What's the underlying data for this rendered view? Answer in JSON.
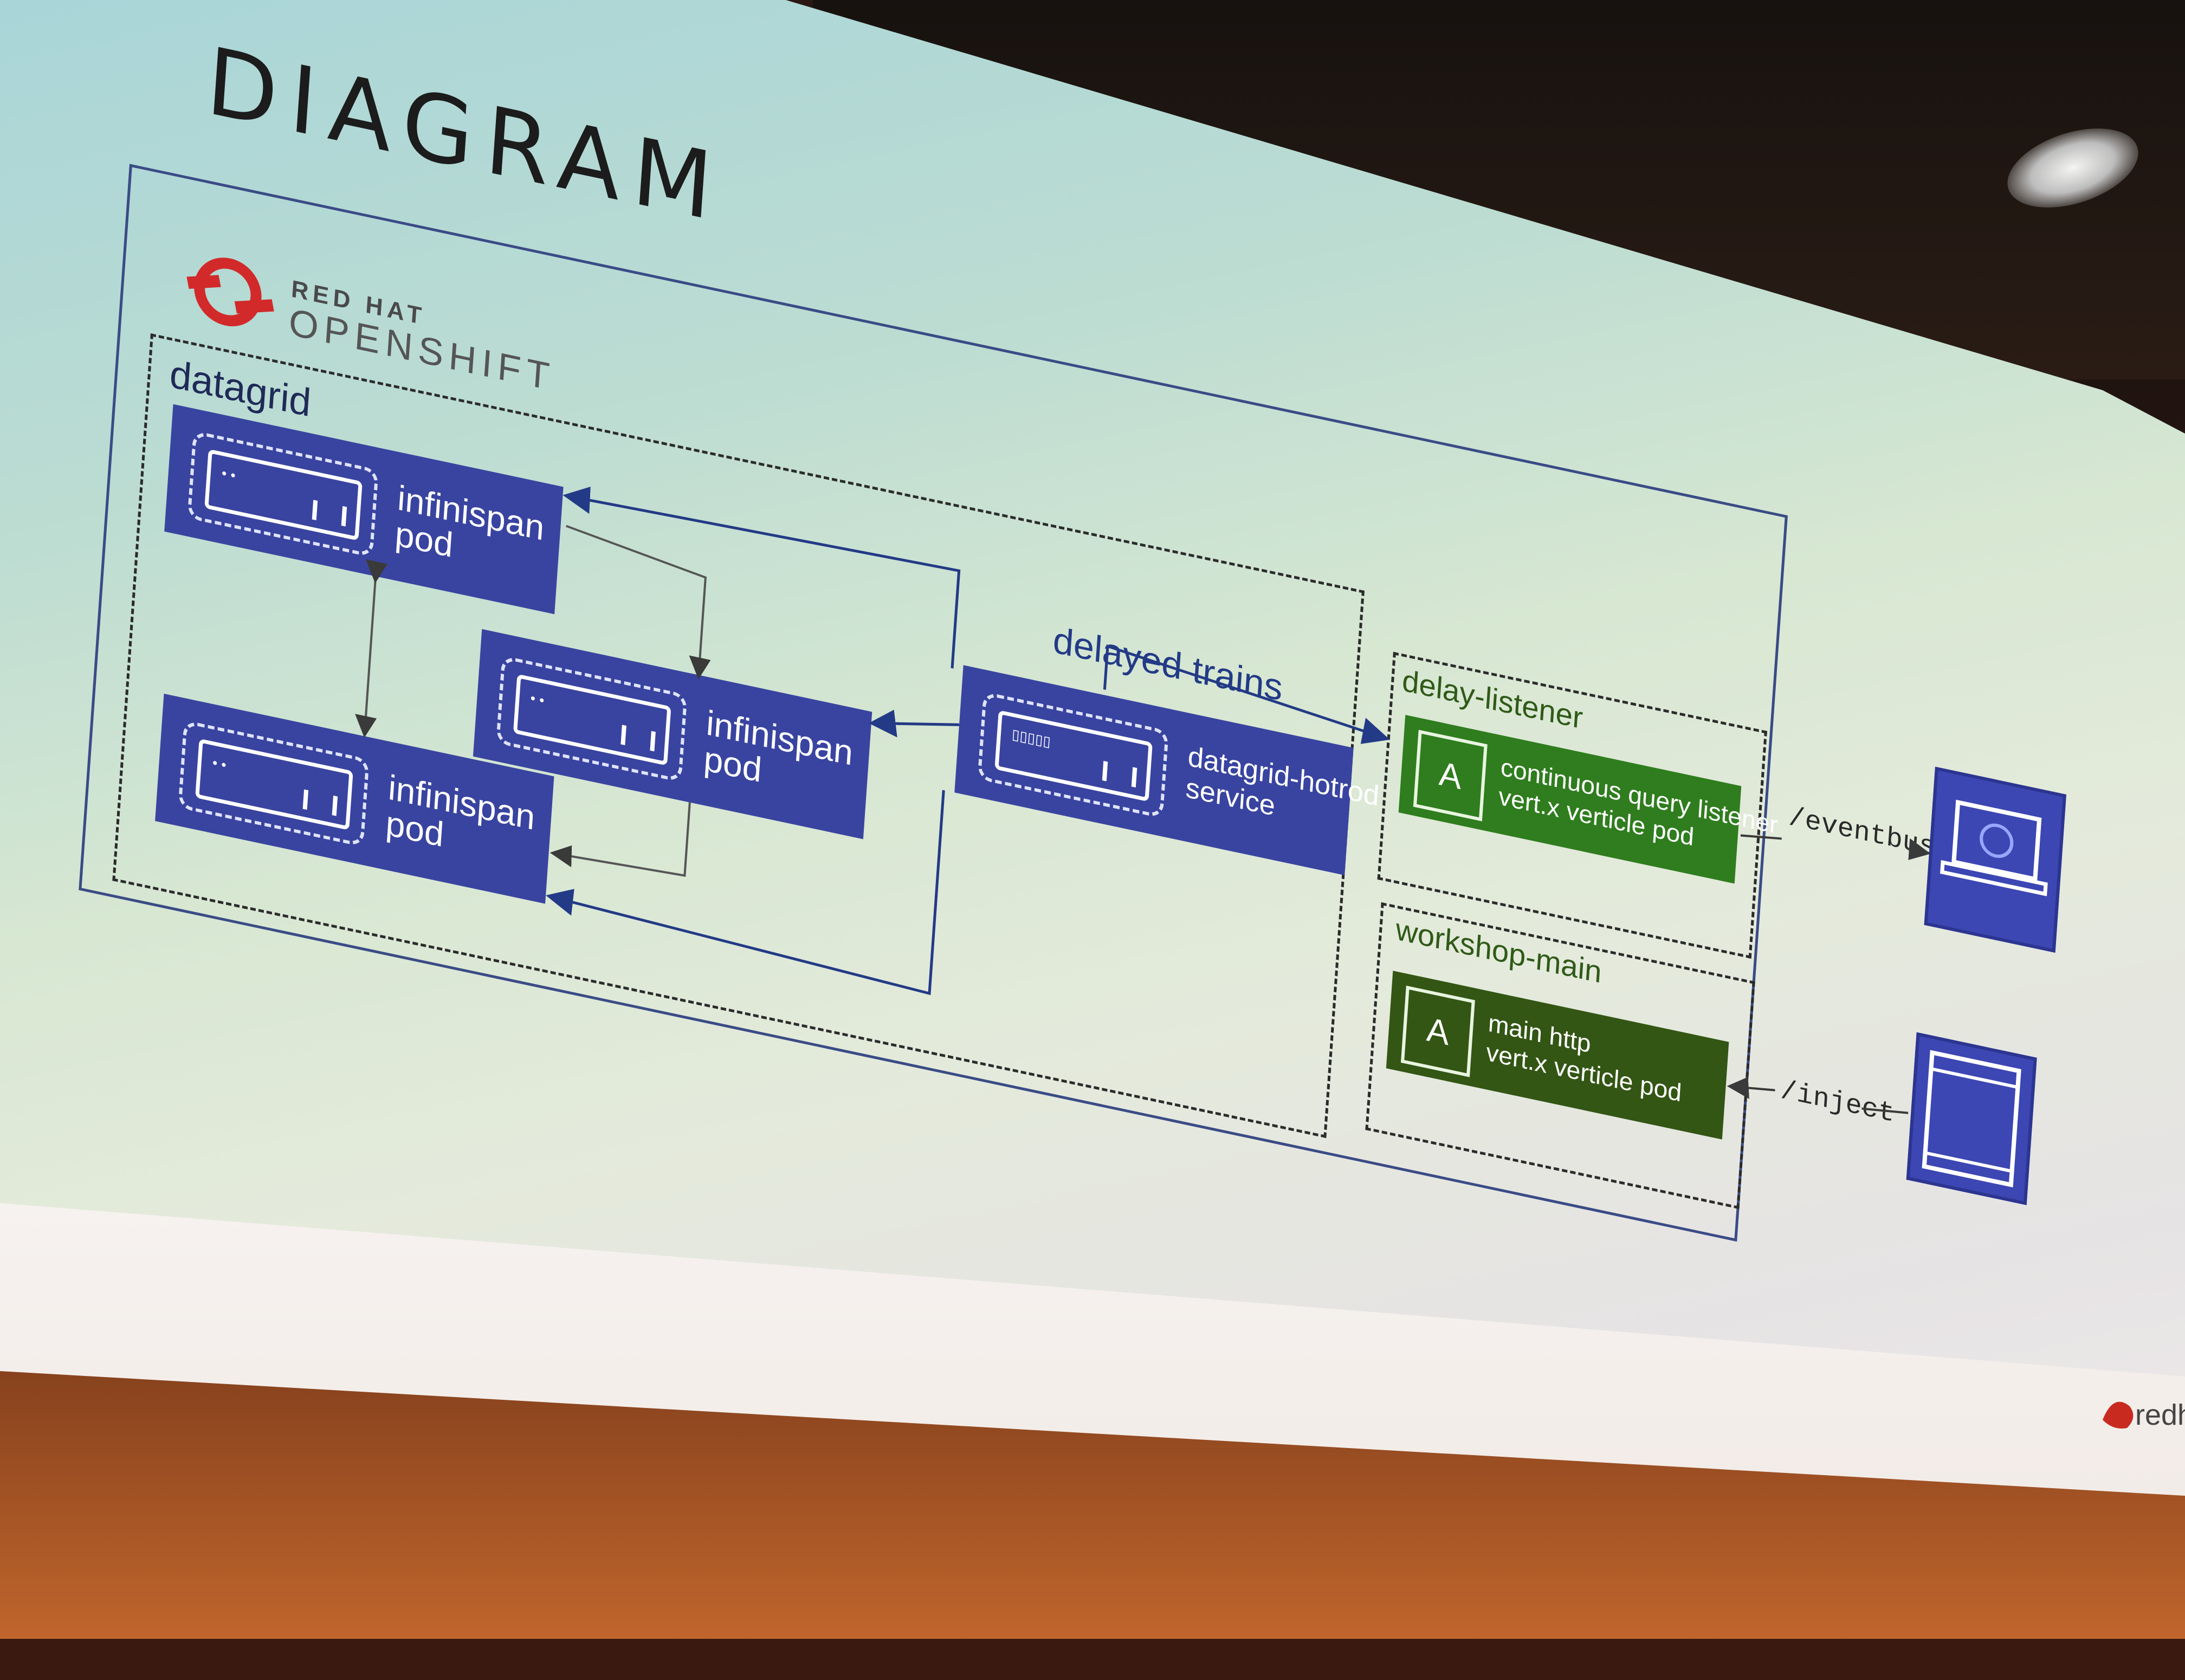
{
  "slide": {
    "title": "DIAGRAM",
    "logo": {
      "line1": "RED HAT",
      "line2": "OPENSHIFT"
    },
    "groups": {
      "datagrid": "datagrid",
      "delay_listener": "delay-listener",
      "workshop_main": "workshop-main"
    },
    "pods": [
      {
        "label": "infinispan\npod"
      },
      {
        "label": "infinispan\npod"
      },
      {
        "label": "infinispan\npod"
      }
    ],
    "service": {
      "label": "datagrid-hotrod\nservice"
    },
    "apps": [
      {
        "badge": "A",
        "label": "continuous query listener\nvert.x verticle pod"
      },
      {
        "badge": "A",
        "label": "main http\nvert.x verticle pod"
      }
    ],
    "flow_label": "delayed trains",
    "edge_labels": {
      "eventbus": "/eventbus/*",
      "inject": "/inject"
    },
    "corner_text": "redh",
    "colors": {
      "pod_blue": "#3944a0",
      "app_green": "#2f7d1e",
      "app_dark_green": "#335614",
      "logo_red": "#d22a2a"
    }
  }
}
